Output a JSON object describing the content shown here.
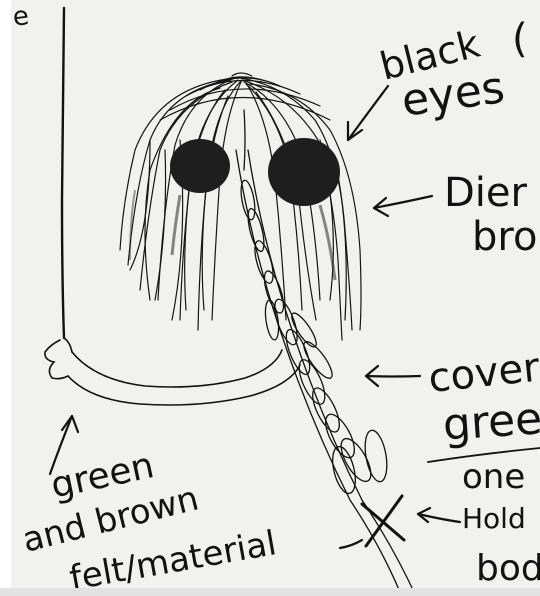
{
  "labels": {
    "corner_fragment": "e",
    "black_eyes_line1": "black",
    "black_eyes_line2": "eyes",
    "black_eyes_cut": "(",
    "hair_line1": "Dier",
    "hair_line2": "bro",
    "cover_line1": "cover",
    "cover_line2": "gree",
    "cover_line3": "one",
    "hold_line1": "Hold",
    "hold_line2": "bod",
    "arm_line1": "green",
    "arm_line2": "and brown",
    "arm_line3": "felt/material"
  },
  "colors": {
    "ink": "#121212",
    "paper": "#f1f1ef",
    "eye_fill": "#1e1e1e"
  }
}
